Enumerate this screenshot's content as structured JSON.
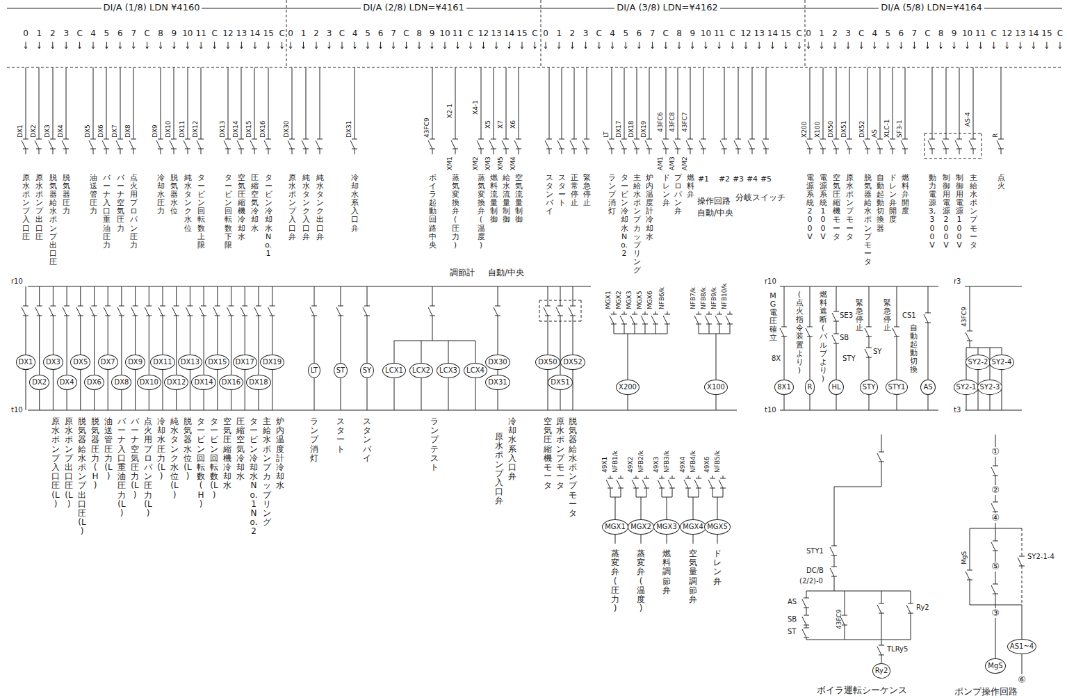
{
  "diagram": {
    "nodes": [
      {
        "text": [
          "DX1"
        ]
      },
      {
        "text": [
          "DX2"
        ]
      },
      {
        "text": [
          "DX3"
        ]
      },
      {
        "text": [
          "DX4"
        ]
      },
      {
        "text": [
          "DX5"
        ]
      },
      {
        "text": [
          "DX6"
        ]
      },
      {
        "text": [
          "DX7"
        ]
      },
      {
        "text": [
          "DX8"
        ]
      },
      {
        "text": [
          "DX9"
        ]
      },
      {
        "text": [
          "DX10"
        ]
      },
      {
        "text": [
          "DX11"
        ]
      },
      {
        "text": [
          "DX12"
        ]
      },
      {
        "text": [
          "DX13"
        ]
      },
      {
        "text": [
          "DX14"
        ]
      },
      {
        "text": [
          "DX15"
        ]
      },
      {
        "text": [
          "DX16"
        ]
      },
      {
        "text": [
          "DX17"
        ]
      },
      {
        "text": [
          "DX18"
        ]
      },
      {
        "text": [
          "DX19"
        ]
      },
      {
        "text": [
          "LT"
        ]
      },
      {
        "text": [
          "ST"
        ]
      },
      {
        "text": [
          "SY"
        ]
      },
      {
        "text": [
          "LCX1"
        ]
      },
      {
        "text": [
          "LCX2"
        ]
      },
      {
        "text": [
          "LCX3"
        ]
      },
      {
        "text": [
          "LCX4"
        ]
      },
      {
        "text": [
          "DX30"
        ]
      },
      {
        "text": [
          "DX31"
        ]
      },
      {
        "text": [
          "DX50"
        ]
      },
      {
        "text": [
          "DX51"
        ]
      },
      {
        "text": [
          "DX52"
        ]
      },
      {
        "text": [
          "X200"
        ]
      },
      {
        "text": [
          "X100"
        ]
      },
      {
        "text": [
          "8X1"
        ]
      },
      {
        "text": [
          "R"
        ]
      },
      {
        "text": [
          "HL"
        ]
      },
      {
        "text": [
          "STY"
        ]
      },
      {
        "text": [
          "STY1"
        ]
      },
      {
        "text": [
          "AS"
        ]
      },
      {
        "text": [
          "SY2-1"
        ]
      },
      {
        "text": [
          "SY2-2"
        ]
      },
      {
        "text": [
          "SY2-3"
        ]
      },
      {
        "text": [
          "SY2-4"
        ]
      },
      {
        "text": [
          "MGX1"
        ]
      },
      {
        "text": [
          "MGX2"
        ]
      },
      {
        "text": [
          "MGX3"
        ]
      },
      {
        "text": [
          "MGX4"
        ]
      },
      {
        "text": [
          "MGX5"
        ]
      },
      {
        "text": [
          "Ry2"
        ]
      },
      {
        "text": [
          "MgS"
        ]
      },
      {
        "text": [
          "AS1~4"
        ]
      }
    ],
    "labels": [
      "DI/A (1/8) LDN ¥4160",
      "DI/A (2/8) LDN=¥4161",
      "DI/A (3/8) LDN=¥4162",
      "DI/A (5/8) LDN=¥4164",
      "0",
      "1",
      "2",
      "3",
      "C",
      "4",
      "5",
      "6",
      "7",
      "C",
      "8",
      "9",
      "10",
      "11",
      "C",
      "12",
      "13",
      "14",
      "15",
      "C",
      "0",
      "1",
      "2",
      "3",
      "C",
      "4",
      "5",
      "6",
      "7",
      "C",
      "8",
      "9",
      "10",
      "11",
      "C",
      "12",
      "13",
      "14",
      "15",
      "C",
      "0",
      "1",
      "2",
      "3",
      "C",
      "4",
      "5",
      "6",
      "7",
      "C",
      "8",
      "9",
      "10",
      "11",
      "C",
      "12",
      "13",
      "14",
      "15",
      "C",
      "0",
      "1",
      "2",
      "3",
      "C",
      "4",
      "5",
      "6",
      "7",
      "C",
      "8",
      "9",
      "10",
      "11",
      "C",
      "12",
      "13",
      "14",
      "15",
      "C",
      "DX1",
      "DX2",
      "DX3",
      "DX4",
      "DX5",
      "DX6",
      "DX7",
      "DX8",
      "DX9",
      "DX10",
      "DX11",
      "DX12",
      "DX13",
      "DX14",
      "DX15",
      "DX16",
      "原水ポンプ入口圧",
      "原水ポンプ出口圧",
      "脱気器給水ポンプ出口圧",
      "脱気器圧力",
      "油送管圧力",
      "バーナ入口重油圧力",
      "バーナ空気圧力",
      "点火用プロパン圧力",
      "冷却水圧力",
      "脱気器水位",
      "純水タンク水位",
      "タービン回転数上限",
      "タービン回転数下限",
      "空気圧縮機冷却水",
      "圧縮空気冷却水",
      "タービン冷却水No.1",
      "DX30",
      "DX31",
      "原水ポンプ入口弁",
      "純水タンク入口弁",
      "純水タンク出口弁",
      "冷却水系入口弁",
      "43FC9",
      "ボイラ起動回路中央",
      "X2-1",
      "XM1",
      "蒸気変換弁(圧力)",
      "X4-1",
      "X5",
      "X7",
      "X6",
      "XM2",
      "XM3",
      "XM5",
      "XM4",
      "蒸気変換弁(温度)",
      "燃料流量制御",
      "給水流量制御",
      "空気流量制御",
      "調節計",
      "自動/中央",
      "スタンバイ",
      "スタート",
      "正常停止",
      "緊急停止",
      "LT",
      "DX17",
      "DX18",
      "DX19",
      "ランプ消灯",
      "タービン冷却水No.2",
      "主給水ポンプカップリング",
      "炉内温度計冷却水",
      "43FC6",
      "43FC8",
      "43FC7",
      "AM1",
      "AM3",
      "AM2",
      "ドレン弁",
      "プロパン弁",
      "燃料弁",
      "操作回路",
      "自動/中央",
      "#1",
      "#2",
      "#3",
      "#4",
      "#5",
      "分岐スイッチ",
      "X200",
      "X100",
      "DX50",
      "DX51",
      "電源系統200V",
      "電源系統100V",
      "空気圧縮機モータ",
      "原水ポンプモータ",
      "DX52",
      "AS",
      "XLC-1",
      "SF3-1",
      "脱気器給水ポンプモータ",
      "自動起動切換器",
      "ドレン弁開度",
      "燃料弁開度",
      "AS-4",
      "動力電源3,300V",
      "制御用電源200V",
      "制御用電源100V",
      "主給水ポンプモータ",
      "R",
      "点火",
      "原水ポンプ入口圧(L)",
      "原水ポンプ出口圧(L)",
      "脱気器給水ポンプ出口圧(L)",
      "脱気器圧力(H)",
      "油送管圧力(L)",
      "バーナ入口重油圧力(L)",
      "バーナ空気圧力(L)",
      "点火用プロパン圧力(L)",
      "冷却水圧力(L)",
      "純水タンク水位(L)",
      "脱気器水位(L)",
      "タービン回転数(H)",
      "タービン回転数(L)",
      "空気圧縮機冷却水",
      "圧縮空気冷却水",
      "タービン冷却水No.1 No.2",
      "主給水ポンプカップリング",
      "炉内温度計冷却水",
      "ランプ消灯",
      "スタート",
      "スタンバイ",
      "ランプテスト",
      "冷却水系入口弁",
      "原水ポンプ入口弁",
      "空気圧縮機モータ",
      "原水ポンプモータ",
      "脱気器給水ポンプモータ",
      "MGX1",
      "MGX2",
      "MGX3",
      "MGX5",
      "MGX6",
      "NFB6/k",
      "NFB7/k",
      "NFB8/k",
      "NFB9/k",
      "NFB10/k",
      "49X1",
      "NFB1/k",
      "49X2",
      "NFB2/k",
      "49X3",
      "NFB3/k",
      "49X4",
      "NFB4/k",
      "49X6",
      "NFB5/k",
      "蒸変弁(圧力)",
      "蒸変弁(温度)",
      "燃料調節弁",
      "空気量調節弁",
      "ドレン弁",
      "r10",
      "t10",
      "r10",
      "t10",
      "r3",
      "t3",
      "MG電圧確立",
      "8X",
      "(点火指令装置より)",
      "燃料遮断(バルブより)",
      "SE3",
      "SB",
      "STY",
      "緊急停止",
      "SY",
      "緊急停止",
      "CS1",
      "自動起動切換",
      "43FC9",
      "STY1",
      "DC/B",
      "(2/2)-0",
      "AS",
      "SB",
      "ST",
      "43FC9",
      "TLRy5",
      "Ry2",
      "ボイラ運転シーケンス",
      "①",
      "②",
      "④",
      "⑤",
      "③",
      "⑥",
      "MgS",
      "SY2-1-4",
      "ポンプ操作回路"
    ]
  }
}
